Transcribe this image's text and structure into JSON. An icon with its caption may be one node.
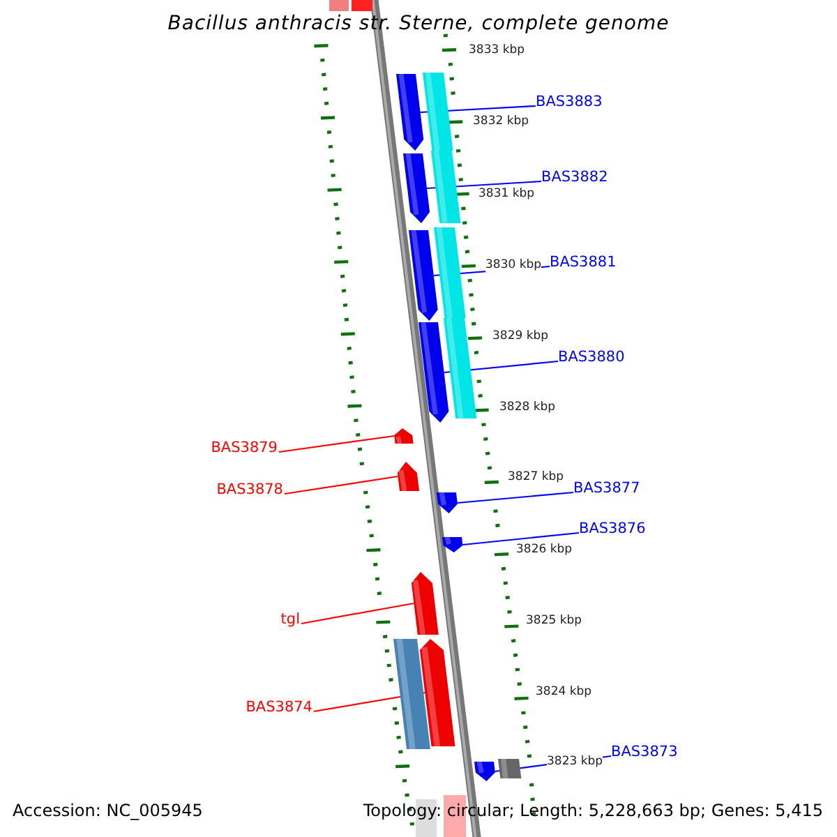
{
  "diagram": {
    "title": "Bacillus anthracis str. Sterne, complete genome",
    "nodes": [
      {
        "text": [
          "BAS3883"
        ]
      },
      {
        "text": [
          "BAS3882"
        ]
      },
      {
        "text": [
          "BAS3881"
        ]
      },
      {
        "text": [
          "BAS3880"
        ]
      },
      {
        "text": [
          "BAS3879"
        ]
      },
      {
        "text": [
          "BAS3878"
        ]
      },
      {
        "text": [
          "BAS3877"
        ]
      },
      {
        "text": [
          "BAS3876"
        ]
      },
      {
        "text": [
          "tgl"
        ]
      },
      {
        "text": [
          "BAS3874"
        ]
      },
      {
        "text": [
          "BAS3873"
        ]
      },
      {
        "text": [],
        "shape": "arrow"
      },
      {
        "text": [],
        "shape": "arrow"
      },
      {
        "text": [],
        "shape": "arrow"
      },
      {
        "text": [],
        "shape": "arrow"
      },
      {
        "text": [],
        "shape": "bar"
      },
      {
        "text": [],
        "shape": "bar"
      },
      {
        "text": [],
        "shape": "bar"
      },
      {
        "text": [],
        "shape": "bar"
      },
      {
        "text": [],
        "shape": "arrow"
      },
      {
        "text": [],
        "shape": "arrow"
      },
      {
        "text": [],
        "shape": "arrow"
      },
      {
        "text": [],
        "shape": "arrow"
      },
      {
        "text": [],
        "shape": "arrow"
      },
      {
        "text": [],
        "shape": "bar"
      },
      {
        "text": [],
        "shape": "arrow"
      },
      {
        "text": [],
        "shape": "arrow"
      },
      {
        "text": [],
        "shape": "box"
      }
    ],
    "edges": [
      {
        "from": 0,
        "to": 11,
        "arrow": "none"
      },
      {
        "from": 1,
        "to": 12,
        "arrow": "none"
      },
      {
        "from": 2,
        "to": 13,
        "arrow": "none"
      },
      {
        "from": 3,
        "to": 14,
        "arrow": "none"
      },
      {
        "from": 4,
        "to": 19,
        "arrow": "none",
        "color": "#ff0000"
      },
      {
        "from": 5,
        "to": 20,
        "arrow": "none",
        "color": "#ff0000"
      },
      {
        "from": 6,
        "to": 21,
        "arrow": "none"
      },
      {
        "from": 7,
        "to": 22,
        "arrow": "none"
      },
      {
        "from": 8,
        "to": 23,
        "arrow": "none",
        "color": "#ff0000"
      },
      {
        "from": 9,
        "to": 25,
        "arrow": "none",
        "color": "#ff0000"
      },
      {
        "from": 10,
        "to": 26,
        "arrow": "none"
      }
    ],
    "labels": [
      "3833 kbp",
      "3832 kbp",
      "3831 kbp",
      "3830 kbp",
      "3829 kbp",
      "3828 kbp",
      "3827 kbp",
      "3826 kbp",
      "3825 kbp",
      "3824 kbp",
      "3823 kbp",
      "Accession: NC_005945",
      "Topology: circular; Length: 5,228,663 bp; Genes: 5,415"
    ]
  }
}
